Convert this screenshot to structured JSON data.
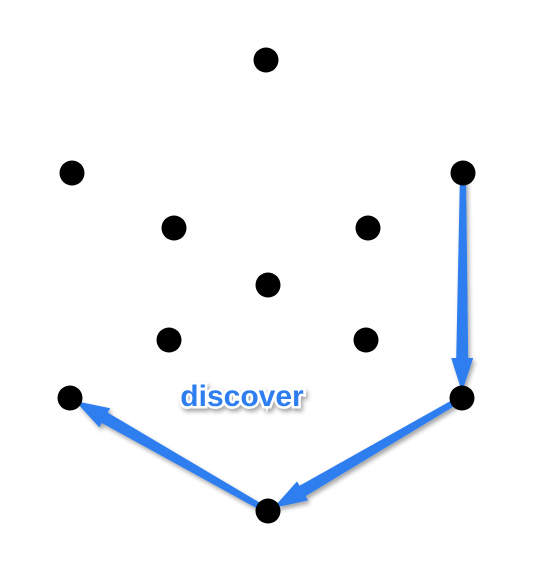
{
  "diagram": {
    "label": "discover",
    "colors": {
      "dot": "#000000",
      "arrow": "#2f7ef0",
      "label_text": "#2f7ef0",
      "label_outline": "#ffffff"
    },
    "nodes": [
      {
        "id": "top"
      },
      {
        "id": "upper-left"
      },
      {
        "id": "upper-right"
      },
      {
        "id": "inner-upper-left"
      },
      {
        "id": "inner-upper-right"
      },
      {
        "id": "center"
      },
      {
        "id": "inner-lower-left"
      },
      {
        "id": "inner-lower-right"
      },
      {
        "id": "lower-left"
      },
      {
        "id": "lower-right"
      },
      {
        "id": "bottom"
      }
    ],
    "arrows": [
      {
        "from": "upper-right",
        "to": "lower-right"
      },
      {
        "from": "lower-right",
        "to": "bottom"
      },
      {
        "from": "bottom",
        "to": "lower-left"
      }
    ]
  }
}
